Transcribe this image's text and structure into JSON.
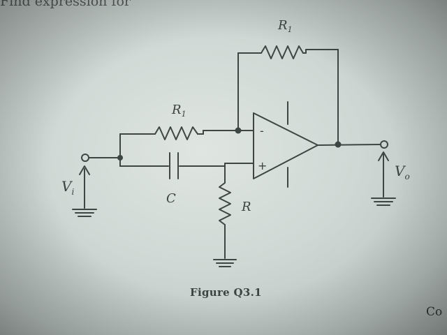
{
  "page": {
    "top_text": "Find expression for",
    "corner_text": "Co"
  },
  "figure": {
    "caption": "Figure Q3.1",
    "labels": {
      "r1_top": "R",
      "r1_top_sub": "1",
      "r1_mid": "R",
      "r1_mid_sub": "1",
      "c": "C",
      "r": "R",
      "vi": "V",
      "vi_sub": "i",
      "vo": "V",
      "vo_sub": "o",
      "minus": "-",
      "plus": "+"
    },
    "colors": {
      "ink": "#3d4643",
      "paper": "#d8e0dc"
    }
  }
}
